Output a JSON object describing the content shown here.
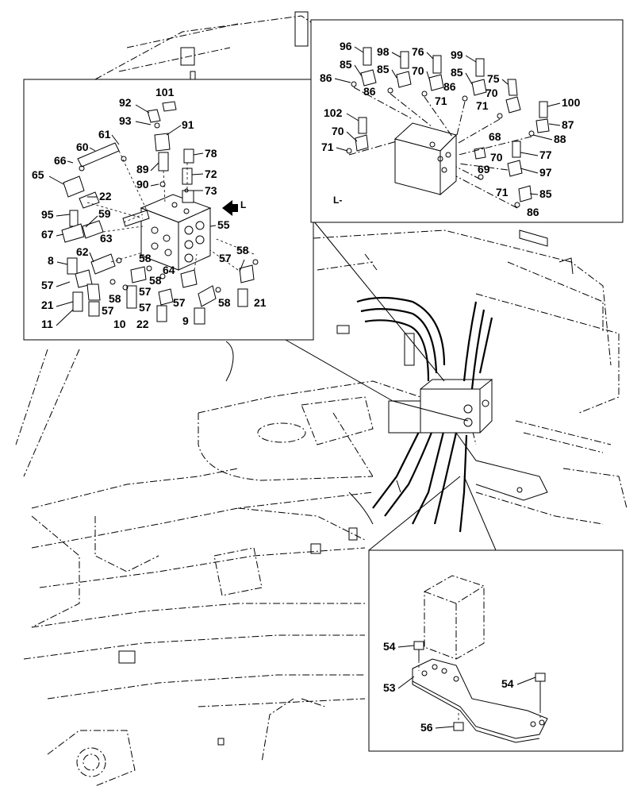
{
  "view_label": "L",
  "view_title": "L-",
  "callouts": [
    {
      "id": "c101",
      "text": "101"
    },
    {
      "id": "c92",
      "text": "92"
    },
    {
      "id": "c93",
      "text": "93"
    },
    {
      "id": "c91",
      "text": "91"
    },
    {
      "id": "c61",
      "text": "61"
    },
    {
      "id": "c60",
      "text": "60"
    },
    {
      "id": "c66",
      "text": "66"
    },
    {
      "id": "c65",
      "text": "65"
    },
    {
      "id": "c89",
      "text": "89"
    },
    {
      "id": "c78",
      "text": "78"
    },
    {
      "id": "c72",
      "text": "72"
    },
    {
      "id": "c90",
      "text": "90"
    },
    {
      "id": "c73",
      "text": "73"
    },
    {
      "id": "c22a",
      "text": "22"
    },
    {
      "id": "c95",
      "text": "95"
    },
    {
      "id": "c59",
      "text": "59"
    },
    {
      "id": "c55",
      "text": "55"
    },
    {
      "id": "c67",
      "text": "67"
    },
    {
      "id": "c63",
      "text": "63"
    },
    {
      "id": "c8",
      "text": "8"
    },
    {
      "id": "c62",
      "text": "62"
    },
    {
      "id": "c58a",
      "text": "58"
    },
    {
      "id": "c64",
      "text": "64"
    },
    {
      "id": "c57a",
      "text": "57"
    },
    {
      "id": "c58b",
      "text": "58"
    },
    {
      "id": "c57b",
      "text": "57"
    },
    {
      "id": "c58c",
      "text": "58"
    },
    {
      "id": "c58d",
      "text": "58"
    },
    {
      "id": "c57c",
      "text": "57"
    },
    {
      "id": "c21a",
      "text": "21"
    },
    {
      "id": "c57d",
      "text": "57"
    },
    {
      "id": "c57e",
      "text": "57"
    },
    {
      "id": "c57f",
      "text": "57"
    },
    {
      "id": "c58e",
      "text": "58"
    },
    {
      "id": "c21b",
      "text": "21"
    },
    {
      "id": "c11",
      "text": "11"
    },
    {
      "id": "c10",
      "text": "10"
    },
    {
      "id": "c22b",
      "text": "22"
    },
    {
      "id": "c9",
      "text": "9"
    },
    {
      "id": "c96",
      "text": "96"
    },
    {
      "id": "c98",
      "text": "98"
    },
    {
      "id": "c76",
      "text": "76"
    },
    {
      "id": "c99",
      "text": "99"
    },
    {
      "id": "c85a",
      "text": "85"
    },
    {
      "id": "c85b",
      "text": "85"
    },
    {
      "id": "c70a",
      "text": "70"
    },
    {
      "id": "c85c",
      "text": "85"
    },
    {
      "id": "c75",
      "text": "75"
    },
    {
      "id": "c86a",
      "text": "86"
    },
    {
      "id": "c86b",
      "text": "86"
    },
    {
      "id": "c86c",
      "text": "86"
    },
    {
      "id": "c70b",
      "text": "70"
    },
    {
      "id": "c71a",
      "text": "71"
    },
    {
      "id": "c71b",
      "text": "71"
    },
    {
      "id": "c100",
      "text": "100"
    },
    {
      "id": "c102",
      "text": "102"
    },
    {
      "id": "c87",
      "text": "87"
    },
    {
      "id": "c70c",
      "text": "70"
    },
    {
      "id": "c88",
      "text": "88"
    },
    {
      "id": "c71c",
      "text": "71"
    },
    {
      "id": "c68",
      "text": "68"
    },
    {
      "id": "c70d",
      "text": "70"
    },
    {
      "id": "c77",
      "text": "77"
    },
    {
      "id": "c69",
      "text": "69"
    },
    {
      "id": "c97",
      "text": "97"
    },
    {
      "id": "c71d",
      "text": "71"
    },
    {
      "id": "c85d",
      "text": "85"
    },
    {
      "id": "c86d",
      "text": "86"
    },
    {
      "id": "c54a",
      "text": "54"
    },
    {
      "id": "c54b",
      "text": "54"
    },
    {
      "id": "c53",
      "text": "53"
    },
    {
      "id": "c56",
      "text": "56"
    }
  ]
}
